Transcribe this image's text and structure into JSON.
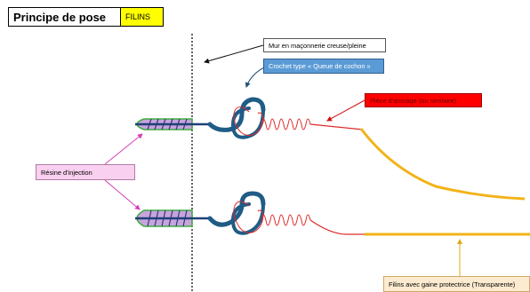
{
  "title": {
    "text": "Principe de pose",
    "tag": "FILINS"
  },
  "labels": {
    "wall": "Mur en maçonnerie creuse/pleine",
    "hook": "Crochet type « Queue de cochon »",
    "anchor": "Pièce d'ancrage (ou similaire)",
    "resin": "Résine d'injection",
    "wire": "Filins avec gaine protectrice (Transparente)"
  },
  "colors": {
    "hook": "#1f5c86",
    "anchor": "#e02a2a",
    "wire": "#f2b318",
    "resin_fill": "#c9a3dc",
    "resin_edge": "#3cae3c",
    "rod": "#2a3d7a",
    "pointer_magenta": "#d23fb5"
  }
}
